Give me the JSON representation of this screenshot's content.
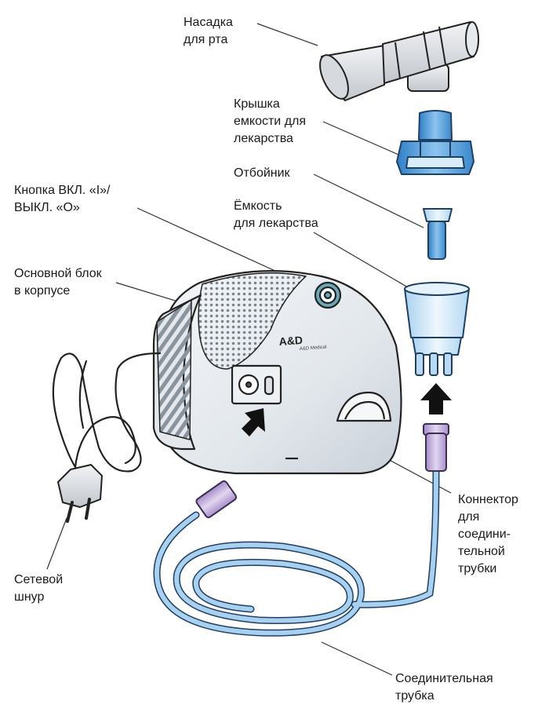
{
  "labels": {
    "mouthpiece": [
      "Насадка",
      "для рта"
    ],
    "lid": [
      "Крышка",
      "емкости для",
      "лекарства"
    ],
    "baffle": [
      "Отбойник"
    ],
    "power_button": [
      "Кнопка ВКЛ. «I»/",
      "ВЫКЛ. «O»"
    ],
    "container": [
      "Ёмкость",
      "для лекарства"
    ],
    "main_unit": [
      "Основной блок",
      "в корпусе"
    ],
    "connector": [
      "Коннектор",
      "для",
      "соедини-",
      "тельной",
      "трубки"
    ],
    "power_cord": [
      "Сетевой",
      "шнур"
    ],
    "tube": [
      "Соединительная",
      "трубка"
    ]
  },
  "brand": {
    "logo": "A&D",
    "subtitle": "A&D Medical"
  },
  "colors": {
    "part_blue": "#5aa6e0",
    "part_blue_light": "#cde6f6",
    "tube_blue": "#9cc8ec",
    "connector_purple": "#c7b2df",
    "outline": "#222222",
    "leader": "#333333"
  }
}
